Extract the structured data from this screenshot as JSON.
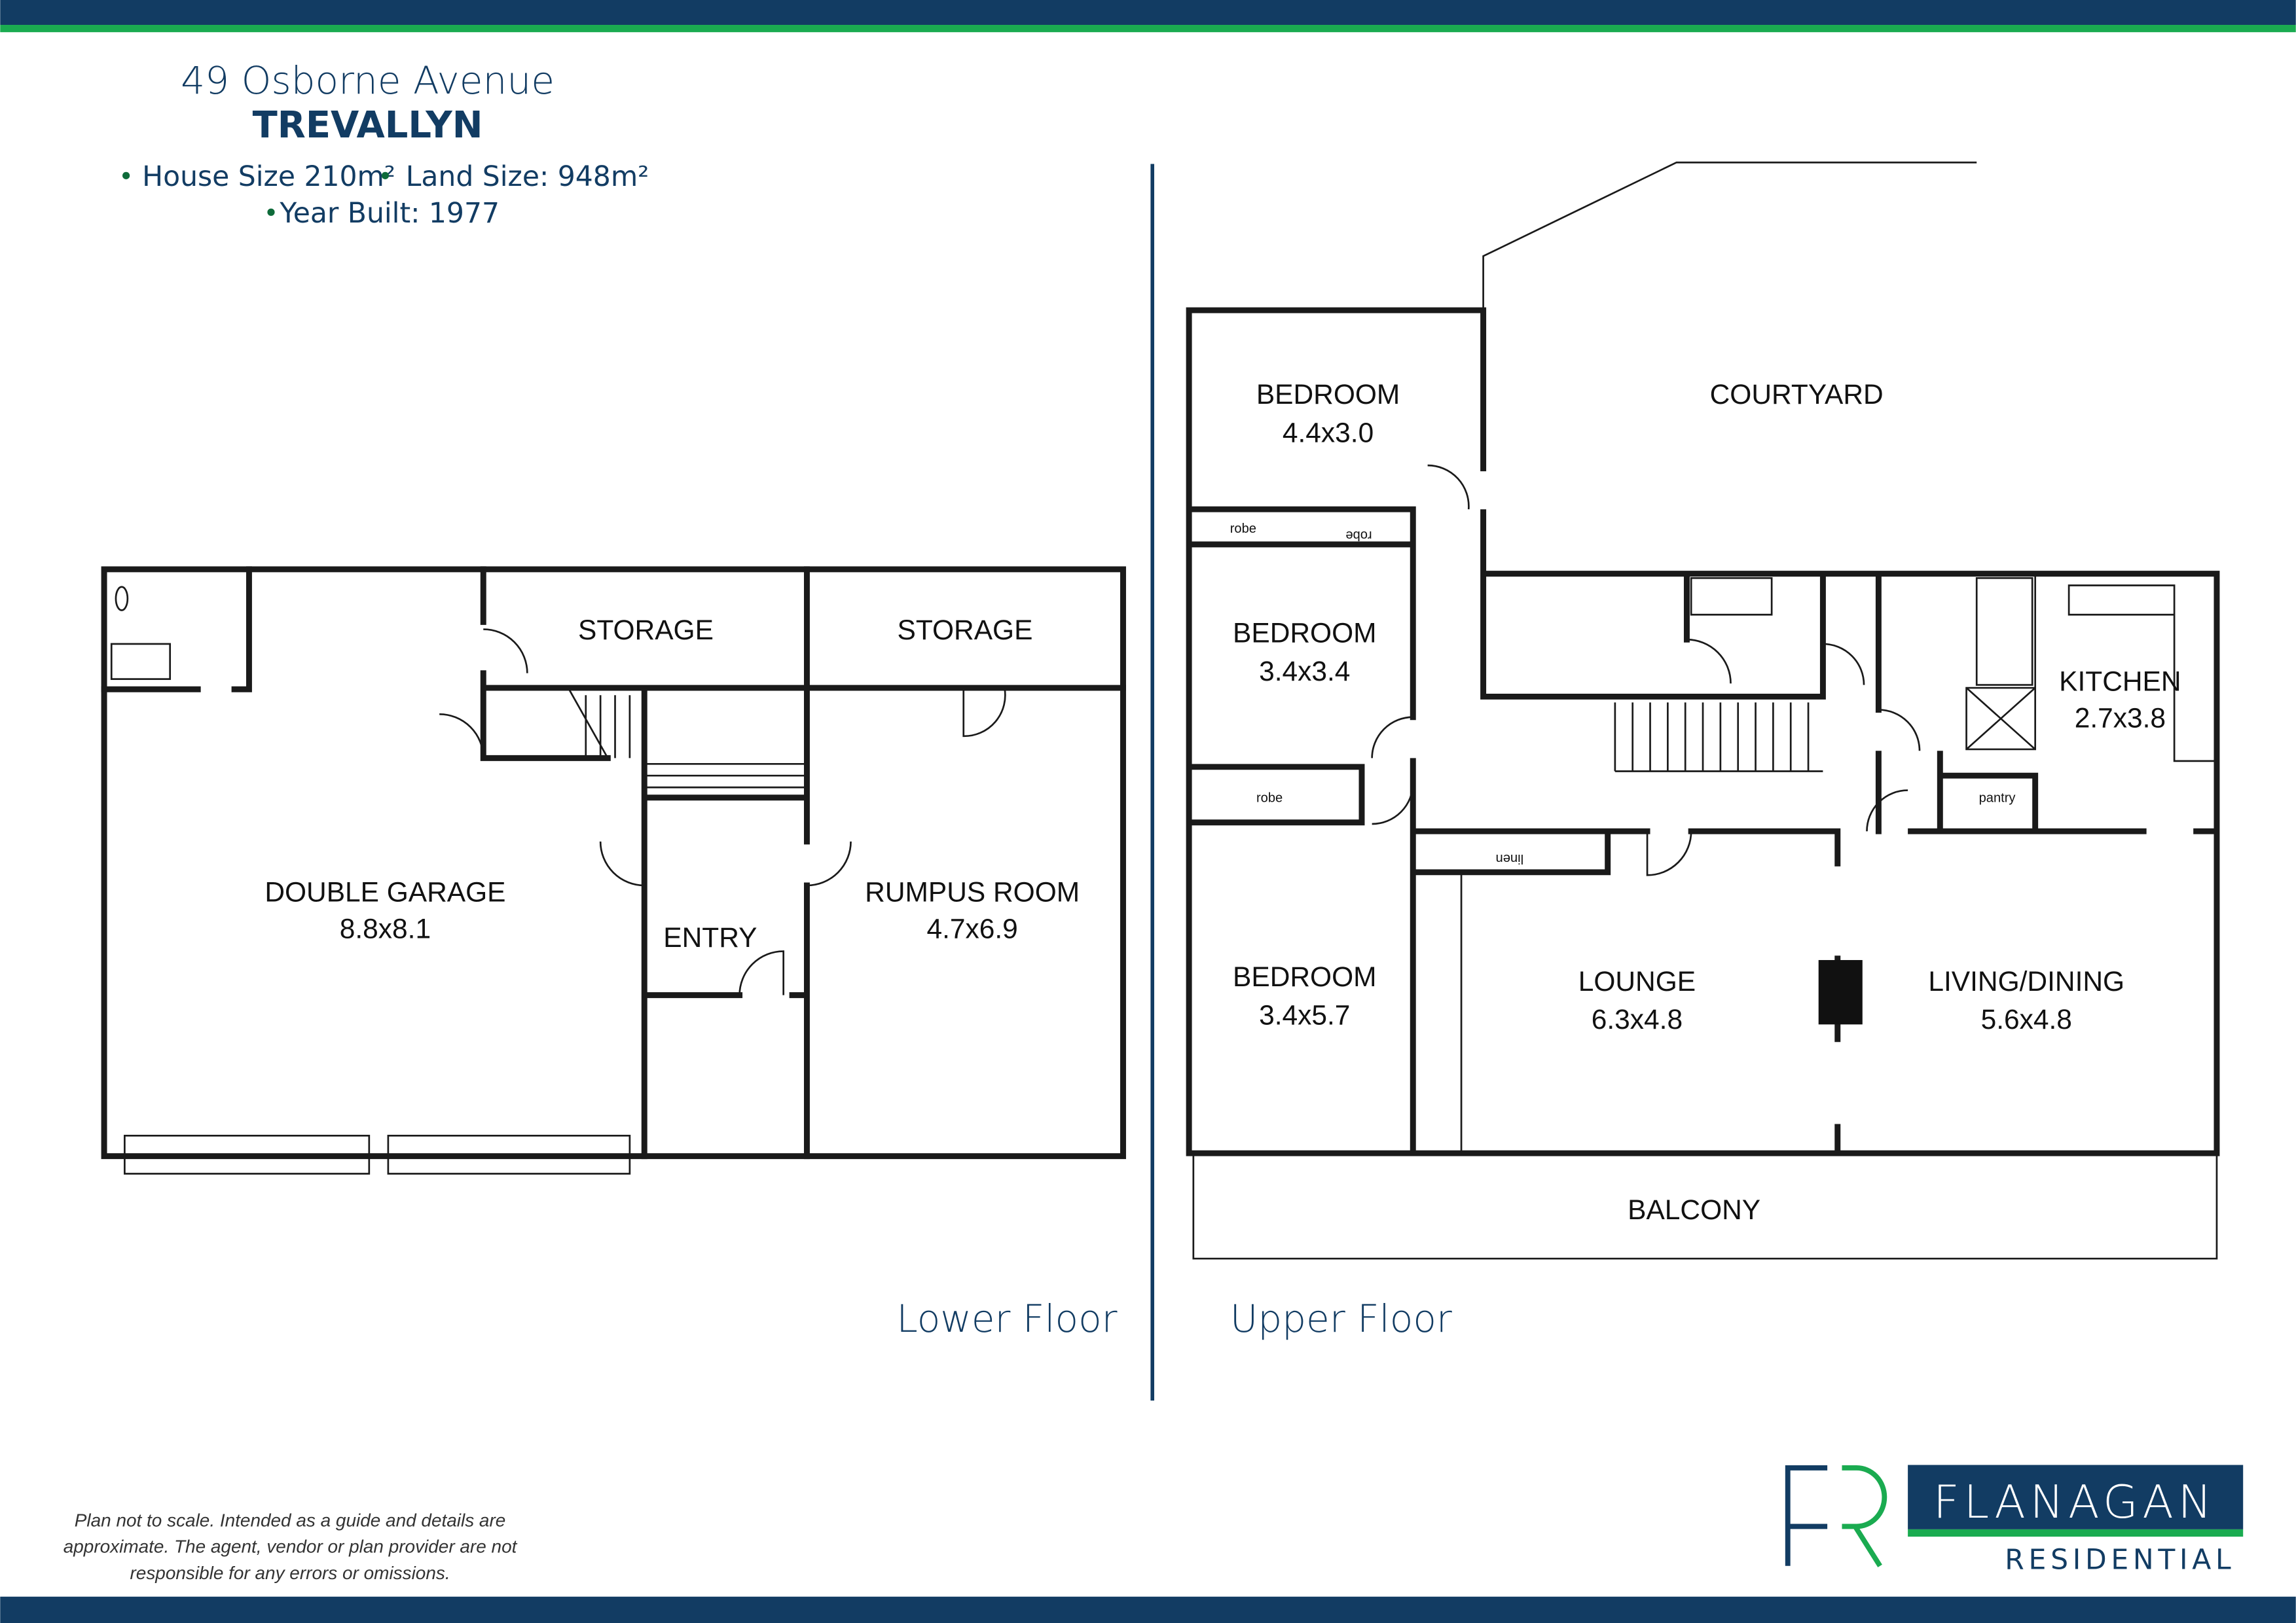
{
  "header": {
    "address": "49 Osborne Avenue",
    "suburb": "TREVALLYN",
    "house_size": "House Size 210m²",
    "land_size": "Land Size: 948m²",
    "year_built": "Year Built: 1977"
  },
  "colors": {
    "navy": "#123c63",
    "green": "#1aab50"
  },
  "lower_floor": {
    "title": "Lower Floor",
    "rooms": {
      "storage1": "STORAGE",
      "storage2": "STORAGE",
      "garage": "DOUBLE GARAGE",
      "garage_size": "8.8x8.1",
      "entry": "ENTRY",
      "rumpus": "RUMPUS ROOM",
      "rumpus_size": "4.7x6.9"
    }
  },
  "upper_floor": {
    "title": "Upper Floor",
    "rooms": {
      "bed1": "BEDROOM",
      "bed1_size": "4.4x3.0",
      "courtyard": "COURTYARD",
      "bed2": "BEDROOM",
      "bed2_size": "3.4x3.4",
      "kitchen": "KITCHEN",
      "kitchen_size": "2.7x3.8",
      "bed3": "BEDROOM",
      "bed3_size": "3.4x5.7",
      "lounge": "LOUNGE",
      "lounge_size": "6.3x4.8",
      "living": "LIVING/DINING",
      "living_size": "5.6x4.8",
      "balcony": "BALCONY",
      "robe1": "robe",
      "robe2": "robe",
      "robe3": "robe",
      "linen": "linen",
      "pantry": "pantry"
    }
  },
  "disclaimer": [
    "Plan not to scale. Intended as a guide and details are",
    "approximate. The agent, vendor or plan provider are not",
    "responsible for any errors or omissions."
  ],
  "logo": {
    "mark": "FR",
    "name": "FLANAGAN",
    "sub": "RESIDENTIAL"
  }
}
